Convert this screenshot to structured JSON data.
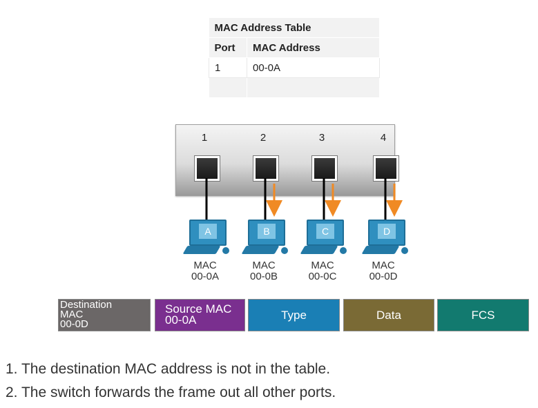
{
  "mac_table": {
    "title": "MAC Address Table",
    "headers": [
      "Port",
      "MAC Address"
    ],
    "rows": [
      [
        "1",
        "00-0A"
      ]
    ]
  },
  "switch": {
    "ports": [
      "1",
      "2",
      "3",
      "4"
    ]
  },
  "hosts": [
    {
      "letter": "A",
      "mac_label": "MAC",
      "mac": "00-0A"
    },
    {
      "letter": "B",
      "mac_label": "MAC",
      "mac": "00-0B"
    },
    {
      "letter": "C",
      "mac_label": "MAC",
      "mac": "00-0C"
    },
    {
      "letter": "D",
      "mac_label": "MAC",
      "mac": "00-0D"
    }
  ],
  "frame": {
    "destination": {
      "line1": "Destination",
      "line2": "MAC",
      "line3": "00-0D"
    },
    "source": {
      "line1": "Source MAC",
      "line2": "00-0A"
    },
    "type": "Type",
    "data": "Data",
    "fcs": "FCS"
  },
  "steps": [
    "1. The destination MAC address is not in the table.",
    "2. The switch forwards the frame out all other ports."
  ],
  "colors": {
    "arrow": "#f08a24",
    "dest": "#6b6767",
    "source": "#7a2f8f",
    "type": "#1a7fb5",
    "data": "#7a6a35",
    "fcs": "#127a6f"
  }
}
